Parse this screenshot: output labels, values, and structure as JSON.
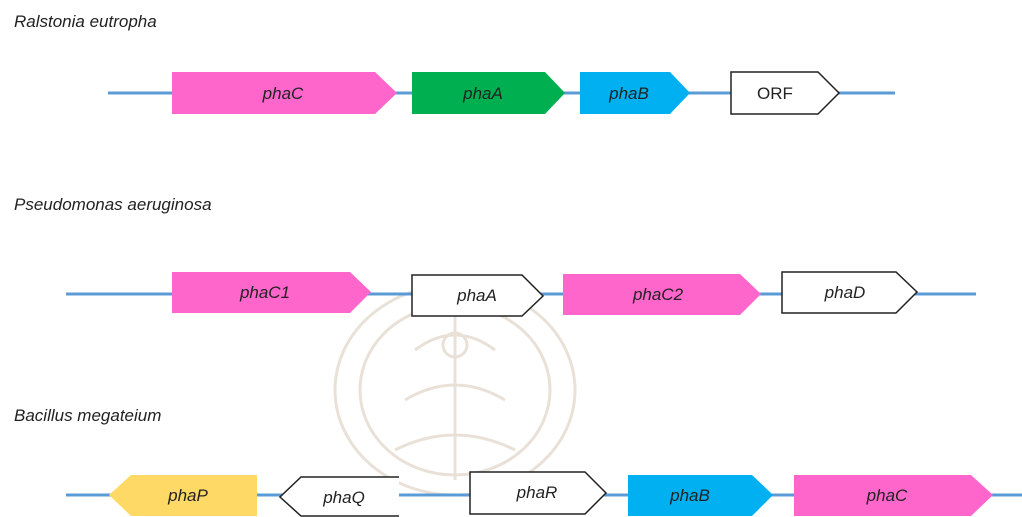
{
  "colors": {
    "backbone": "#5b9bd5",
    "outline": "#222222",
    "phaC": "#ff66cc",
    "phaA": "#00b050",
    "phaB": "#00b0f0",
    "phaP": "#ffd966",
    "open": "#ffffff"
  },
  "watermark_icon": "university-crest-watermark",
  "operons": [
    {
      "organism": "Ralstonia eutropha",
      "genes": [
        {
          "label": "phaC",
          "italic": true,
          "direction": "forward",
          "fill": "#ff66cc"
        },
        {
          "label": "phaA",
          "italic": true,
          "direction": "forward",
          "fill": "#00b050"
        },
        {
          "label": "phaB",
          "italic": true,
          "direction": "forward",
          "fill": "#00b0f0"
        },
        {
          "label": "ORF",
          "italic": false,
          "direction": "forward",
          "fill": "#ffffff"
        }
      ]
    },
    {
      "organism": "Pseudomonas aeruginosa",
      "genes": [
        {
          "label": "phaC1",
          "italic": true,
          "direction": "forward",
          "fill": "#ff66cc"
        },
        {
          "label": "phaA",
          "italic": true,
          "direction": "forward",
          "fill": "#ffffff"
        },
        {
          "label": "phaC2",
          "italic": true,
          "direction": "forward",
          "fill": "#ff66cc"
        },
        {
          "label": "phaD",
          "italic": true,
          "direction": "forward",
          "fill": "#ffffff"
        }
      ]
    },
    {
      "organism": "Bacillus megateium",
      "genes": [
        {
          "label": "phaP",
          "italic": true,
          "direction": "reverse",
          "fill": "#ffd966"
        },
        {
          "label": "phaQ",
          "italic": true,
          "direction": "reverse",
          "fill": "#ffffff"
        },
        {
          "label": "phaR",
          "italic": true,
          "direction": "forward",
          "fill": "#ffffff"
        },
        {
          "label": "phaB",
          "italic": true,
          "direction": "forward",
          "fill": "#00b0f0"
        },
        {
          "label": "phaC",
          "italic": true,
          "direction": "forward",
          "fill": "#ff66cc"
        }
      ]
    }
  ]
}
